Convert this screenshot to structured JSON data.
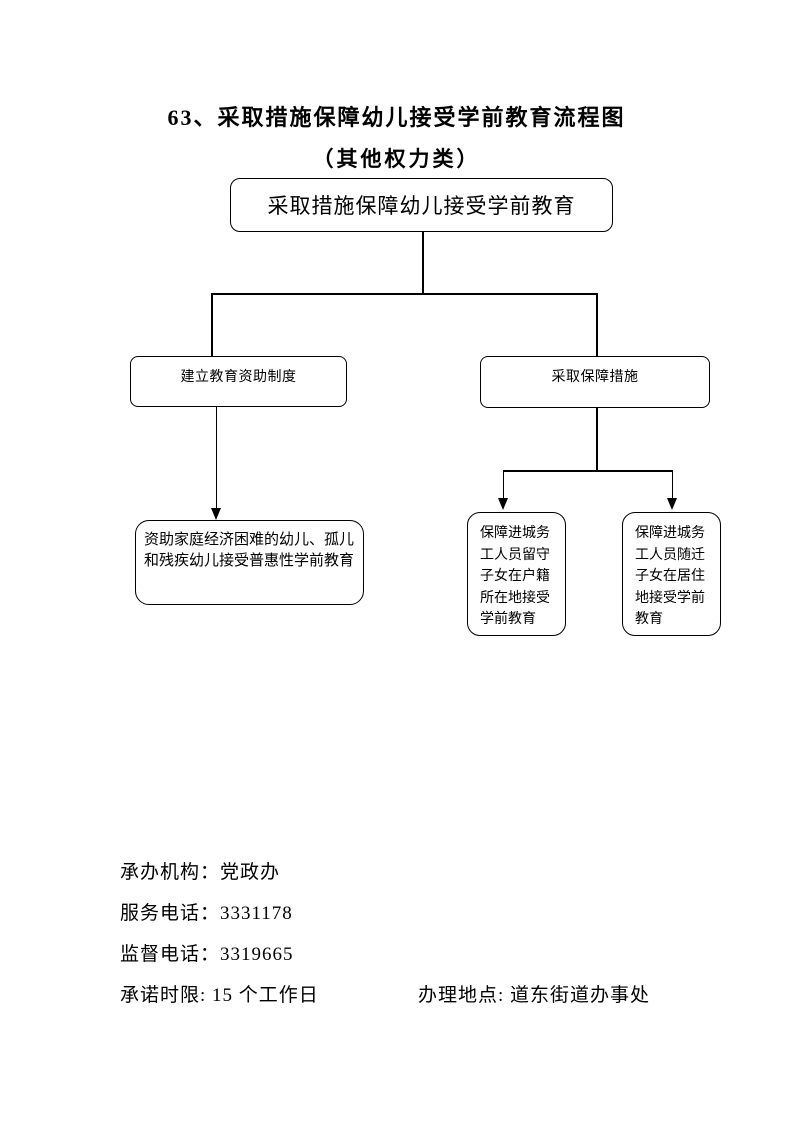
{
  "page": {
    "title": "63、采取措施保障幼儿接受学前教育流程图",
    "subtitle": "（其他权力类）"
  },
  "flowchart": {
    "root_label": "采取措施保障幼儿接受学前教育",
    "branch_left_label": "建立教育资助制度",
    "branch_right_label": "采取保障措施",
    "leaf_left_label": "资助家庭经济困难的幼儿、孤儿和残疾幼儿接受普惠性学前教育",
    "leaf_middle_label": "保障进城务工人员留守子女在户籍所在地接受学前教育",
    "leaf_right_label": "保障进城务工人员随迁子女在居住地接受学前教育"
  },
  "footer": {
    "agency": "承办机构：党政办",
    "service_phone": "服务电话：3331178",
    "supervision_phone": "监督电话：3319665",
    "time_limit": "承诺时限: 15 个工作日",
    "location": "办理地点: 道东街道办事处"
  }
}
